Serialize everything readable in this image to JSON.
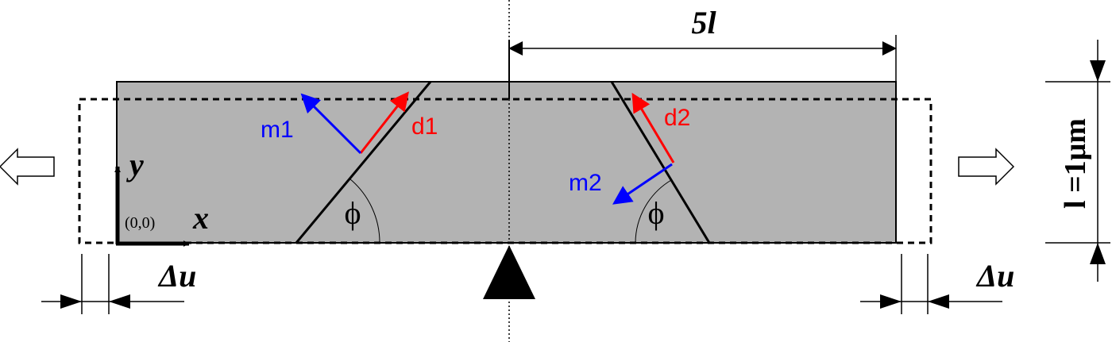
{
  "labels": {
    "five_l": "5l",
    "thickness": "l =1μm",
    "origin": "(0,0)",
    "x_axis": "x",
    "y_axis": "y",
    "delta_u_left": "Δu",
    "delta_u_right": "Δu",
    "m1": "m1",
    "d1": "d1",
    "m2": "m2",
    "d2": "d2",
    "phi_left": "ϕ",
    "phi_right": "ϕ"
  },
  "colors": {
    "specimen_fill": "#b3b3b3",
    "outline": "#000000",
    "slip_direction": "#ff0000",
    "plane_normal": "#0000ff"
  },
  "icons": {
    "left_load": "hollow-left-arrow-icon",
    "right_load": "hollow-right-arrow-icon",
    "support": "triangle-support-icon"
  }
}
